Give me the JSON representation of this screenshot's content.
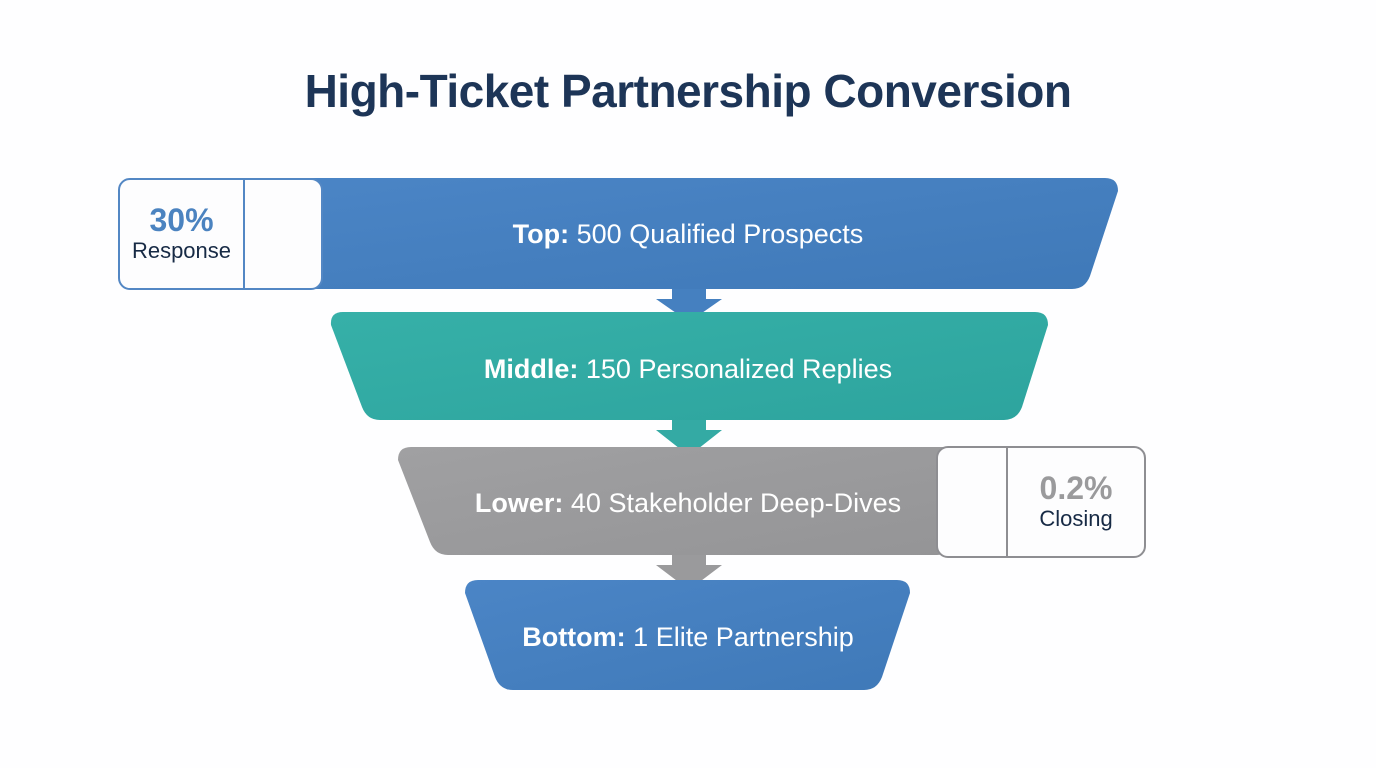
{
  "title": "High-Ticket Partnership Conversion",
  "chart_data": {
    "type": "funnel",
    "title": "High-Ticket Partnership Conversion",
    "stages": [
      {
        "key": "top",
        "lead": "Top:",
        "rest": " 500 Qualified Prospects",
        "value": 500,
        "item": "Qualified Prospects",
        "color": "#4580c0"
      },
      {
        "key": "middle",
        "lead": "Middle:",
        "rest": " 150 Personalized Replies",
        "value": 150,
        "item": "Personalized Replies",
        "color": "#34aaa4"
      },
      {
        "key": "lower",
        "lead": "Lower:",
        "rest": " 40 Stakeholder Deep-Dives",
        "value": 40,
        "item": "Stakeholder Deep-Dives",
        "color": "#9a9a9c"
      },
      {
        "key": "bottom",
        "lead": "Bottom:",
        "rest": " 1 Elite Partnership",
        "value": 1,
        "item": "Elite Partnership",
        "color": "#4580c0"
      }
    ],
    "annotations": [
      {
        "key": "response",
        "position": "left",
        "percent": "30%",
        "caption": "Response",
        "attached_stage": "top",
        "color": "#4b83c0"
      },
      {
        "key": "closing",
        "position": "right",
        "percent": "0.2%",
        "caption": "Closing",
        "attached_stage": "lower",
        "color": "#9a9a9c"
      }
    ],
    "connectors": [
      {
        "from": "top",
        "to": "middle",
        "color": "#4580c0"
      },
      {
        "from": "middle",
        "to": "lower",
        "color": "#34aaa4"
      },
      {
        "from": "lower",
        "to": "bottom",
        "color": "#9a9a9c"
      }
    ],
    "colors": {
      "title": "#1d3557",
      "background": "#fefeff",
      "blue": "#4580c0",
      "teal": "#34aaa4",
      "gray": "#9a9a9c"
    }
  }
}
